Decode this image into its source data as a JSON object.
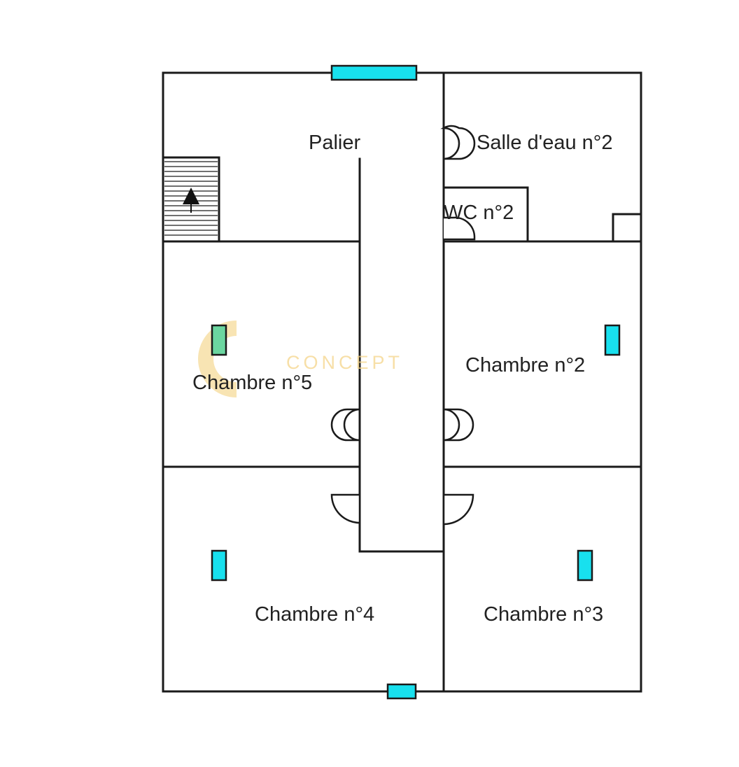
{
  "rooms": {
    "palier": "Palier",
    "salle_eau_2": "Salle d'eau n°2",
    "wc_2": "WC n°2",
    "chambre_5": "Chambre n°5",
    "chambre_2": "Chambre n°2",
    "chambre_4": "Chambre n°4",
    "chambre_3": "Chambre n°3"
  },
  "watermark": {
    "text": "CONCEPT",
    "color": "#f5d58a"
  },
  "colors": {
    "walls": "#1a1a1a",
    "windows": "#18e0ee",
    "background": "#ffffff"
  },
  "icons": {
    "staircase": "stairs-up-arrow-icon"
  }
}
